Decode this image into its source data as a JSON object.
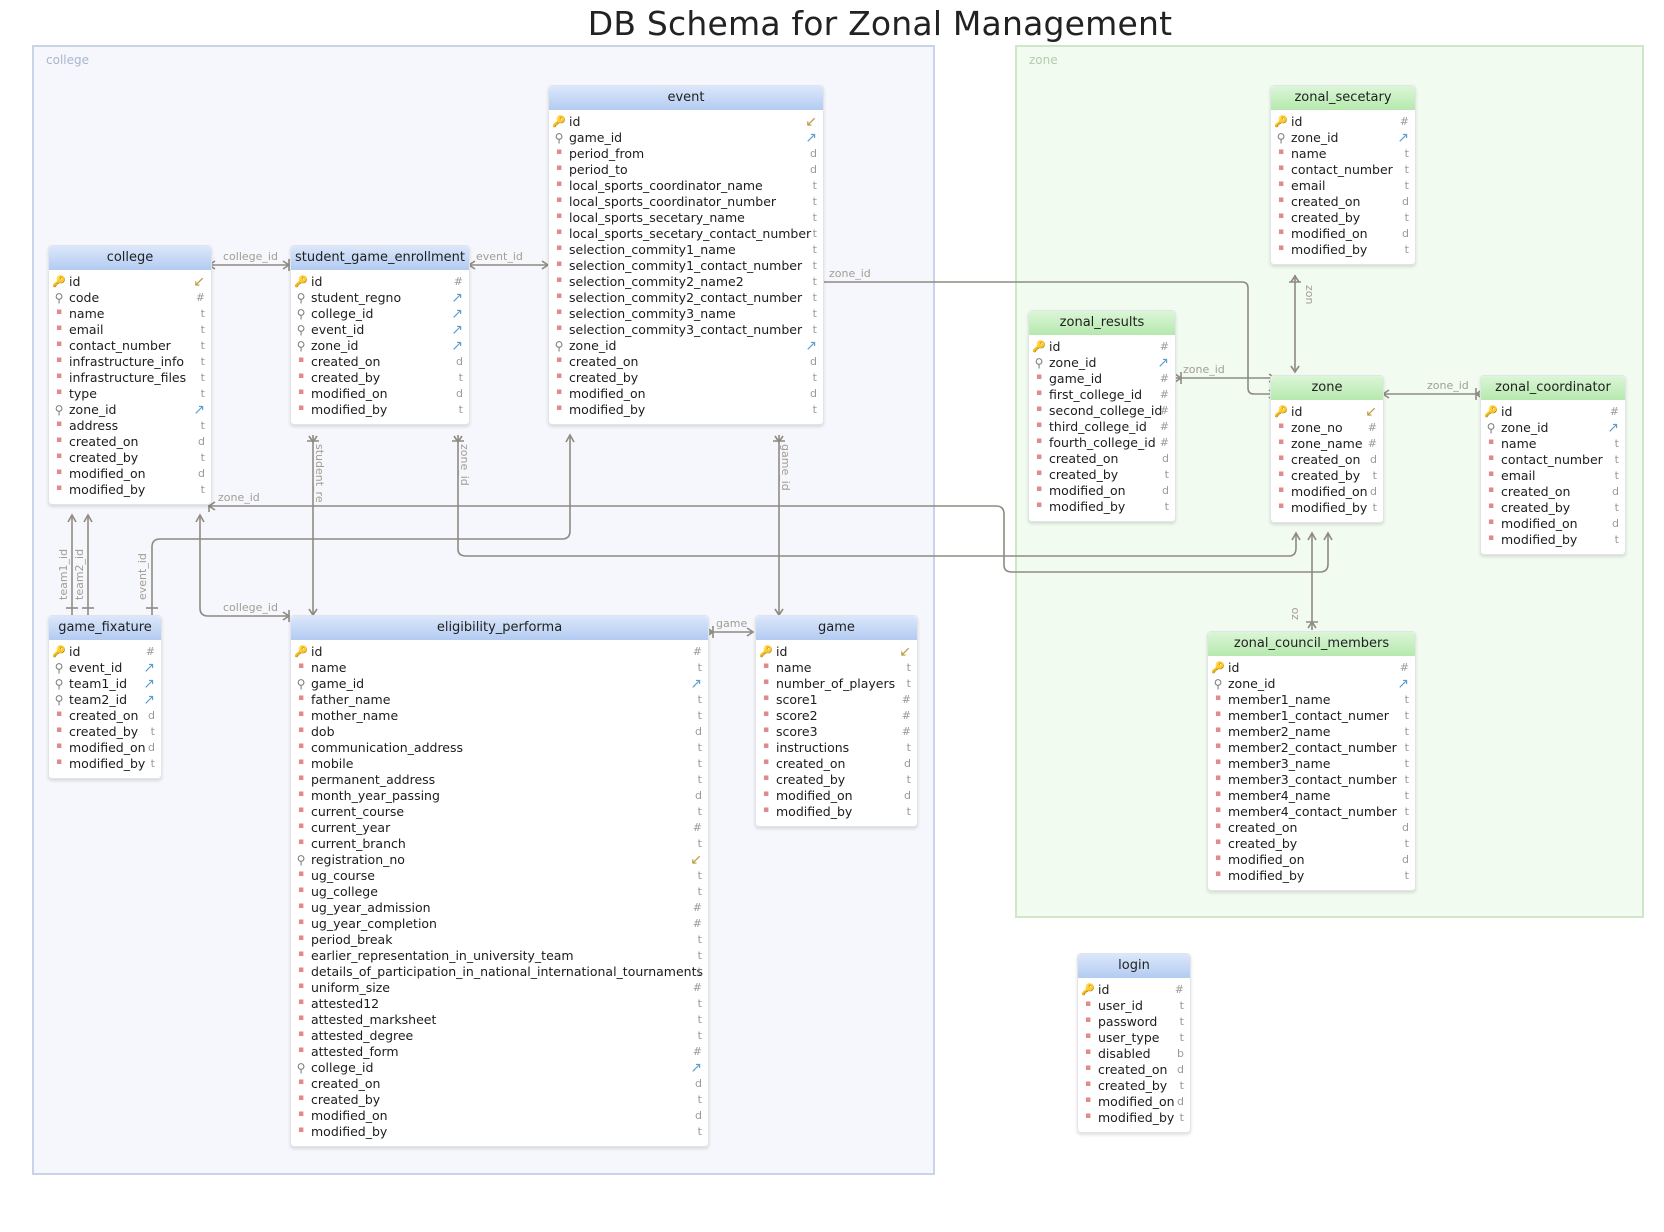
{
  "title": "DB Schema for Zonal Management",
  "groups": {
    "college": {
      "label": "college",
      "border": "#c9d4ea",
      "fill": "#f5f7fc",
      "labelColor": "#aab6cc"
    },
    "zone": {
      "label": "zone",
      "border": "#cfe6c9",
      "fill": "#f2fbef",
      "labelColor": "#b3ccae"
    }
  },
  "tables": {
    "college": {
      "name": "college",
      "color": "blue",
      "columns": [
        {
          "icon": "pk",
          "name": "id",
          "type": "↙"
        },
        {
          "icon": "fk",
          "name": "code",
          "type": "#"
        },
        {
          "icon": "dot",
          "name": "name",
          "type": "t"
        },
        {
          "icon": "dot",
          "name": "email",
          "type": "t"
        },
        {
          "icon": "dot",
          "name": "contact_number",
          "type": "t"
        },
        {
          "icon": "dot",
          "name": "infrastructure_info",
          "type": "t"
        },
        {
          "icon": "dot",
          "name": "infrastructure_files",
          "type": "t"
        },
        {
          "icon": "dot",
          "name": "type",
          "type": "t"
        },
        {
          "icon": "fk",
          "name": "zone_id",
          "type": "↗"
        },
        {
          "icon": "dot",
          "name": "address",
          "type": "t"
        },
        {
          "icon": "dot",
          "name": "created_on",
          "type": "d"
        },
        {
          "icon": "dot",
          "name": "created_by",
          "type": "t"
        },
        {
          "icon": "dot",
          "name": "modified_on",
          "type": "d"
        },
        {
          "icon": "dot",
          "name": "modified_by",
          "type": "t"
        }
      ]
    },
    "student_game_enrollment": {
      "name": "student_game_enrollment",
      "color": "blue",
      "columns": [
        {
          "icon": "pk",
          "name": "id",
          "type": "#"
        },
        {
          "icon": "fk",
          "name": "student_regno",
          "type": "↗"
        },
        {
          "icon": "fk",
          "name": "college_id",
          "type": "↗"
        },
        {
          "icon": "fk",
          "name": "event_id",
          "type": "↗"
        },
        {
          "icon": "fk",
          "name": "zone_id",
          "type": "↗"
        },
        {
          "icon": "dot",
          "name": "created_on",
          "type": "d"
        },
        {
          "icon": "dot",
          "name": "created_by",
          "type": "t"
        },
        {
          "icon": "dot",
          "name": "modified_on",
          "type": "d"
        },
        {
          "icon": "dot",
          "name": "modified_by",
          "type": "t"
        }
      ]
    },
    "event": {
      "name": "event",
      "color": "blue",
      "columns": [
        {
          "icon": "pk",
          "name": "id",
          "type": "↙"
        },
        {
          "icon": "fk",
          "name": "game_id",
          "type": "↗"
        },
        {
          "icon": "dot",
          "name": "period_from",
          "type": "d"
        },
        {
          "icon": "dot",
          "name": "period_to",
          "type": "d"
        },
        {
          "icon": "dot",
          "name": "local_sports_coordinator_name",
          "type": "t"
        },
        {
          "icon": "dot",
          "name": "local_sports_coordinator_number",
          "type": "t"
        },
        {
          "icon": "dot",
          "name": "local_sports_secetary_name",
          "type": "t"
        },
        {
          "icon": "dot",
          "name": "local_sports_secetary_contact_number",
          "type": "t"
        },
        {
          "icon": "dot",
          "name": "selection_commity1_name",
          "type": "t"
        },
        {
          "icon": "dot",
          "name": "selection_commity1_contact_number",
          "type": "t"
        },
        {
          "icon": "dot",
          "name": "selection_commity2_name2",
          "type": "t"
        },
        {
          "icon": "dot",
          "name": "selection_commity2_contact_number",
          "type": "t"
        },
        {
          "icon": "dot",
          "name": "selection_commity3_name",
          "type": "t"
        },
        {
          "icon": "dot",
          "name": "selection_commity3_contact_number",
          "type": "t"
        },
        {
          "icon": "fk",
          "name": "zone_id",
          "type": "↗"
        },
        {
          "icon": "dot",
          "name": "created_on",
          "type": "d"
        },
        {
          "icon": "dot",
          "name": "created_by",
          "type": "t"
        },
        {
          "icon": "dot",
          "name": "modified_on",
          "type": "d"
        },
        {
          "icon": "dot",
          "name": "modified_by",
          "type": "t"
        }
      ]
    },
    "game_fixature": {
      "name": "game_fixature",
      "color": "blue",
      "columns": [
        {
          "icon": "pk",
          "name": "id",
          "type": "#"
        },
        {
          "icon": "fk",
          "name": "event_id",
          "type": "↗"
        },
        {
          "icon": "fk",
          "name": "team1_id",
          "type": "↗"
        },
        {
          "icon": "fk",
          "name": "team2_id",
          "type": "↗"
        },
        {
          "icon": "dot",
          "name": "created_on",
          "type": "d"
        },
        {
          "icon": "dot",
          "name": "created_by",
          "type": "t"
        },
        {
          "icon": "dot",
          "name": "modified_on",
          "type": "d"
        },
        {
          "icon": "dot",
          "name": "modified_by",
          "type": "t"
        }
      ]
    },
    "eligibility_performa": {
      "name": "eligibility_performa",
      "color": "blue",
      "columns": [
        {
          "icon": "pk",
          "name": "id",
          "type": "#"
        },
        {
          "icon": "dot",
          "name": "name",
          "type": "t"
        },
        {
          "icon": "fk",
          "name": "game_id",
          "type": "↗"
        },
        {
          "icon": "dot",
          "name": "father_name",
          "type": "t"
        },
        {
          "icon": "dot",
          "name": "mother_name",
          "type": "t"
        },
        {
          "icon": "dot",
          "name": "dob",
          "type": "d"
        },
        {
          "icon": "dot",
          "name": "communication_address",
          "type": "t"
        },
        {
          "icon": "dot",
          "name": "mobile",
          "type": "t"
        },
        {
          "icon": "dot",
          "name": "permanent_address",
          "type": "t"
        },
        {
          "icon": "dot",
          "name": "month_year_passing",
          "type": "d"
        },
        {
          "icon": "dot",
          "name": "current_course",
          "type": "t"
        },
        {
          "icon": "dot",
          "name": "current_year",
          "type": "#"
        },
        {
          "icon": "dot",
          "name": "current_branch",
          "type": "t"
        },
        {
          "icon": "fk",
          "name": "registration_no",
          "type": "↙"
        },
        {
          "icon": "dot",
          "name": "ug_course",
          "type": "t"
        },
        {
          "icon": "dot",
          "name": "ug_college",
          "type": "t"
        },
        {
          "icon": "dot",
          "name": "ug_year_admission",
          "type": "#"
        },
        {
          "icon": "dot",
          "name": "ug_year_completion",
          "type": "#"
        },
        {
          "icon": "dot",
          "name": "period_break",
          "type": "t"
        },
        {
          "icon": "dot",
          "name": "earlier_representation_in_university_team",
          "type": "t"
        },
        {
          "icon": "dot",
          "name": "details_of_participation_in_national_international_tournaments",
          "type": "t"
        },
        {
          "icon": "dot",
          "name": "uniform_size",
          "type": "#"
        },
        {
          "icon": "dot",
          "name": "attested12",
          "type": "t"
        },
        {
          "icon": "dot",
          "name": "attested_marksheet",
          "type": "t"
        },
        {
          "icon": "dot",
          "name": "attested_degree",
          "type": "t"
        },
        {
          "icon": "dot",
          "name": "attested_form",
          "type": "#"
        },
        {
          "icon": "fk",
          "name": "college_id",
          "type": "↗"
        },
        {
          "icon": "dot",
          "name": "created_on",
          "type": "d"
        },
        {
          "icon": "dot",
          "name": "created_by",
          "type": "t"
        },
        {
          "icon": "dot",
          "name": "modified_on",
          "type": "d"
        },
        {
          "icon": "dot",
          "name": "modified_by",
          "type": "t"
        }
      ]
    },
    "game": {
      "name": "game",
      "color": "blue",
      "columns": [
        {
          "icon": "pk",
          "name": "id",
          "type": "↙"
        },
        {
          "icon": "dot",
          "name": "name",
          "type": "t"
        },
        {
          "icon": "dot",
          "name": "number_of_players",
          "type": "t"
        },
        {
          "icon": "dot",
          "name": "score1",
          "type": "#"
        },
        {
          "icon": "dot",
          "name": "score2",
          "type": "#"
        },
        {
          "icon": "dot",
          "name": "score3",
          "type": "#"
        },
        {
          "icon": "dot",
          "name": "instructions",
          "type": "t"
        },
        {
          "icon": "dot",
          "name": "created_on",
          "type": "d"
        },
        {
          "icon": "dot",
          "name": "created_by",
          "type": "t"
        },
        {
          "icon": "dot",
          "name": "modified_on",
          "type": "d"
        },
        {
          "icon": "dot",
          "name": "modified_by",
          "type": "t"
        }
      ]
    },
    "zonal_secetary": {
      "name": "zonal_secetary",
      "color": "green",
      "columns": [
        {
          "icon": "pk",
          "name": "id",
          "type": "#"
        },
        {
          "icon": "fk",
          "name": "zone_id",
          "type": "↗"
        },
        {
          "icon": "dot",
          "name": "name",
          "type": "t"
        },
        {
          "icon": "dot",
          "name": "contact_number",
          "type": "t"
        },
        {
          "icon": "dot",
          "name": "email",
          "type": "t"
        },
        {
          "icon": "dot",
          "name": "created_on",
          "type": "d"
        },
        {
          "icon": "dot",
          "name": "created_by",
          "type": "t"
        },
        {
          "icon": "dot",
          "name": "modified_on",
          "type": "d"
        },
        {
          "icon": "dot",
          "name": "modified_by",
          "type": "t"
        }
      ]
    },
    "zonal_results": {
      "name": "zonal_results",
      "color": "green",
      "columns": [
        {
          "icon": "pk",
          "name": "id",
          "type": "#"
        },
        {
          "icon": "fk",
          "name": "zone_id",
          "type": "↗"
        },
        {
          "icon": "dot",
          "name": "game_id",
          "type": "#"
        },
        {
          "icon": "dot",
          "name": "first_college_id",
          "type": "#"
        },
        {
          "icon": "dot",
          "name": "second_college_id",
          "type": "#"
        },
        {
          "icon": "dot",
          "name": "third_college_id",
          "type": "#"
        },
        {
          "icon": "dot",
          "name": "fourth_college_id",
          "type": "#"
        },
        {
          "icon": "dot",
          "name": "created_on",
          "type": "d"
        },
        {
          "icon": "dot",
          "name": "created_by",
          "type": "t"
        },
        {
          "icon": "dot",
          "name": "modified_on",
          "type": "d"
        },
        {
          "icon": "dot",
          "name": "modified_by",
          "type": "t"
        }
      ]
    },
    "zone": {
      "name": "zone",
      "color": "green",
      "columns": [
        {
          "icon": "pk",
          "name": "id",
          "type": "↙"
        },
        {
          "icon": "dot",
          "name": "zone_no",
          "type": "#"
        },
        {
          "icon": "dot",
          "name": "zone_name",
          "type": "#"
        },
        {
          "icon": "dot",
          "name": "created_on",
          "type": "d"
        },
        {
          "icon": "dot",
          "name": "created_by",
          "type": "t"
        },
        {
          "icon": "dot",
          "name": "modified_on",
          "type": "d"
        },
        {
          "icon": "dot",
          "name": "modified_by",
          "type": "t"
        }
      ]
    },
    "zonal_coordinator": {
      "name": "zonal_coordinator",
      "color": "green",
      "columns": [
        {
          "icon": "pk",
          "name": "id",
          "type": "#"
        },
        {
          "icon": "fk",
          "name": "zone_id",
          "type": "↗"
        },
        {
          "icon": "dot",
          "name": "name",
          "type": "t"
        },
        {
          "icon": "dot",
          "name": "contact_number",
          "type": "t"
        },
        {
          "icon": "dot",
          "name": "email",
          "type": "t"
        },
        {
          "icon": "dot",
          "name": "created_on",
          "type": "d"
        },
        {
          "icon": "dot",
          "name": "created_by",
          "type": "t"
        },
        {
          "icon": "dot",
          "name": "modified_on",
          "type": "d"
        },
        {
          "icon": "dot",
          "name": "modified_by",
          "type": "t"
        }
      ]
    },
    "zonal_council_members": {
      "name": "zonal_council_members",
      "color": "green",
      "columns": [
        {
          "icon": "pk",
          "name": "id",
          "type": "#"
        },
        {
          "icon": "fk",
          "name": "zone_id",
          "type": "↗"
        },
        {
          "icon": "dot",
          "name": "member1_name",
          "type": "t"
        },
        {
          "icon": "dot",
          "name": "member1_contact_numer",
          "type": "t"
        },
        {
          "icon": "dot",
          "name": "member2_name",
          "type": "t"
        },
        {
          "icon": "dot",
          "name": "member2_contact_number",
          "type": "t"
        },
        {
          "icon": "dot",
          "name": "member3_name",
          "type": "t"
        },
        {
          "icon": "dot",
          "name": "member3_contact_number",
          "type": "t"
        },
        {
          "icon": "dot",
          "name": "member4_name",
          "type": "t"
        },
        {
          "icon": "dot",
          "name": "member4_contact_number",
          "type": "t"
        },
        {
          "icon": "dot",
          "name": "created_on",
          "type": "d"
        },
        {
          "icon": "dot",
          "name": "created_by",
          "type": "t"
        },
        {
          "icon": "dot",
          "name": "modified_on",
          "type": "d"
        },
        {
          "icon": "dot",
          "name": "modified_by",
          "type": "t"
        }
      ]
    },
    "login": {
      "name": "login",
      "color": "blue",
      "columns": [
        {
          "icon": "pk",
          "name": "id",
          "type": "#"
        },
        {
          "icon": "dot",
          "name": "user_id",
          "type": "t"
        },
        {
          "icon": "dot",
          "name": "password",
          "type": "t"
        },
        {
          "icon": "dot",
          "name": "user_type",
          "type": "t"
        },
        {
          "icon": "dot",
          "name": "disabled",
          "type": "b"
        },
        {
          "icon": "dot",
          "name": "created_on",
          "type": "d"
        },
        {
          "icon": "dot",
          "name": "created_by",
          "type": "t"
        },
        {
          "icon": "dot",
          "name": "modified_on",
          "type": "d"
        },
        {
          "icon": "dot",
          "name": "modified_by",
          "type": "t"
        }
      ]
    }
  },
  "relation_labels": {
    "college_id_1": "college_id",
    "event_id_1": "event_id",
    "zone_id_event": "zone_id",
    "zone_id_results": "zone_id",
    "zone_id_coord": "zone_id",
    "zone_id_college": "zone_id",
    "student_re": "student_re",
    "zone_id_sge": "zone_id",
    "game_id_event": "game_id",
    "team1_id": "team1_id",
    "team2_id": "team2_id",
    "event_id_fix": "event_id",
    "college_id_ep": "college_id",
    "game_ep": "game",
    "zon_secetary": "zon",
    "zo_council": "zo"
  }
}
